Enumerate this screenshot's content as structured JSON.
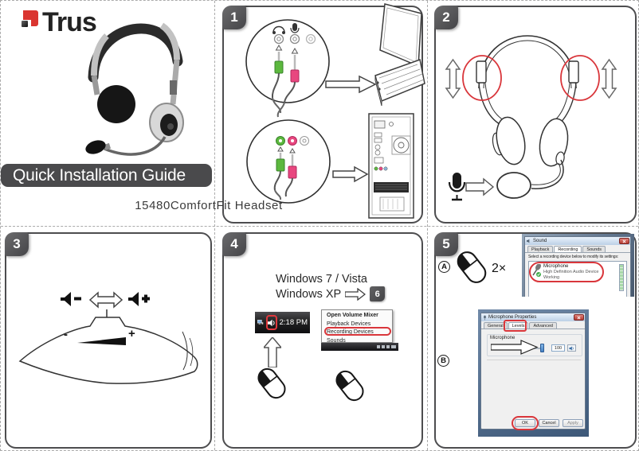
{
  "cover": {
    "brand": "Trus",
    "banner_title": "Quick Installation Guide",
    "product": "15480ComfortFit Headset"
  },
  "badges": {
    "step1": "1",
    "step2": "2",
    "step3": "3",
    "step4": "4",
    "step5": "5",
    "step6_ref": "6"
  },
  "step3": {
    "minus": "-",
    "plus": "+"
  },
  "step4": {
    "os_line1": "Windows 7 / Vista",
    "os_line2": "Windows XP",
    "taskbar_time": "2:18 PM",
    "menu": {
      "items": [
        "Open Volume Mixer",
        "Playback Devices",
        "Recording Devices",
        "Sounds"
      ]
    }
  },
  "step5": {
    "label_a": "A",
    "label_b": "B",
    "double_click": "2×",
    "sound_dialog": {
      "title": "Sound",
      "tabs": [
        "Playback",
        "Recording",
        "Sounds"
      ],
      "instruction": "Select a recording device below to modify its settings:",
      "device_name": "Microphone",
      "device_desc": "High Definition Audio Device",
      "device_status": "Working"
    },
    "mic_dialog": {
      "title": "Microphone Properties",
      "tabs": [
        "General",
        "Levels",
        "Advanced"
      ],
      "slider_label": "Microphone",
      "slider_value": "100",
      "ok": "OK",
      "cancel": "Cancel",
      "apply": "Apply"
    }
  },
  "colors": {
    "accent_red": "#d9363b",
    "plug_green": "#5cb83e",
    "plug_pink": "#e8477f",
    "panel_border": "#4d4d4f",
    "banner_bg": "#4a4a4c"
  }
}
